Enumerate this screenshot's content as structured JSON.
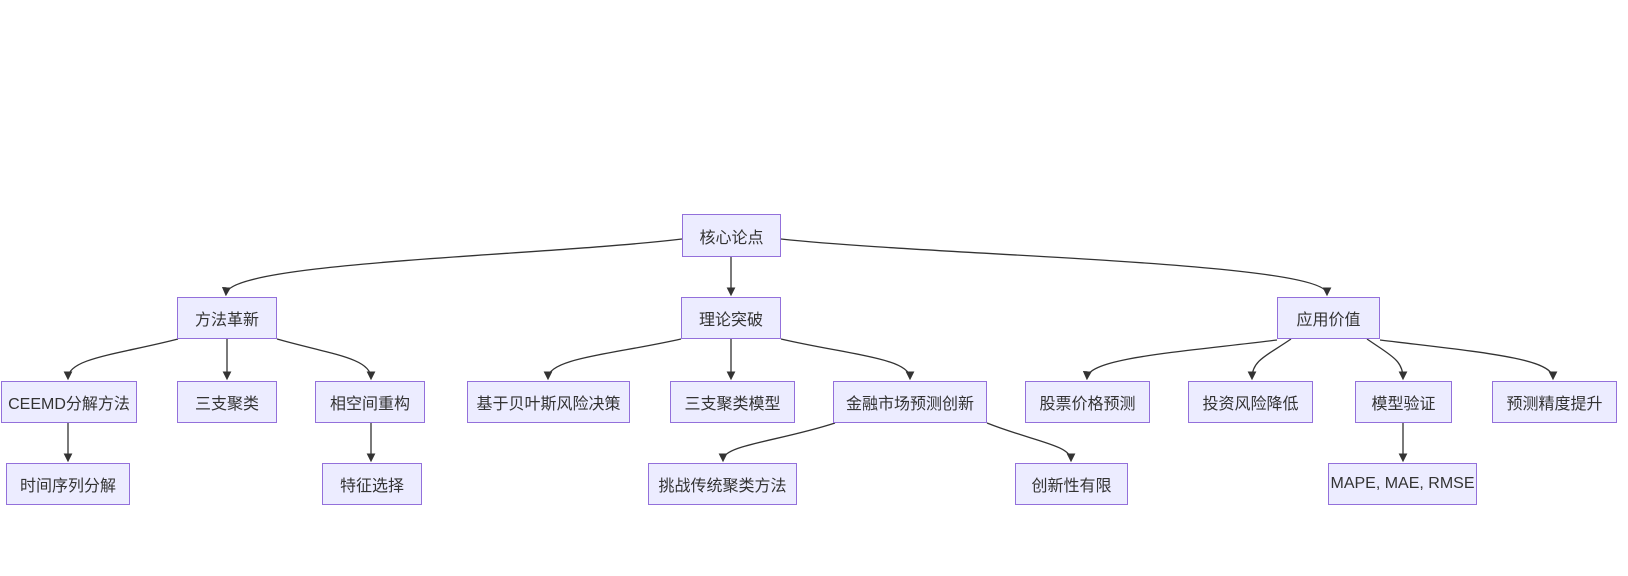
{
  "page": {
    "background": "#ffffff"
  },
  "diagram": {
    "type": "flowchart-tree",
    "direction": "top-down",
    "colors": {
      "node_fill": "#ECECFF",
      "node_border": "#9370DB",
      "edge_line": "#333333",
      "node_text": "#333333"
    },
    "nodes": {
      "core": {
        "label": "核心论点"
      },
      "method": {
        "label": "方法革新"
      },
      "theory": {
        "label": "理论突破"
      },
      "application": {
        "label": "应用价值"
      },
      "ceemd": {
        "label": "CEEMD分解方法"
      },
      "three_way": {
        "label": "三支聚类"
      },
      "phase_space": {
        "label": "相空间重构"
      },
      "bayes": {
        "label": "基于贝叶斯风险决策"
      },
      "twc_model": {
        "label": "三支聚类模型"
      },
      "fin_innovation": {
        "label": "金融市场预测创新"
      },
      "stock": {
        "label": "股票价格预测"
      },
      "invest_risk": {
        "label": "投资风险降低"
      },
      "model_validation": {
        "label": "模型验证"
      },
      "precision": {
        "label": "预测精度提升"
      },
      "ts_decomposition": {
        "label": "时间序列分解"
      },
      "feature_selection": {
        "label": "特征选择"
      },
      "challenge_clustering": {
        "label": "挑战传统聚类方法"
      },
      "limited_innovation": {
        "label": "创新性有限"
      },
      "metrics": {
        "label": "MAPE, MAE, RMSE"
      }
    },
    "edges": [
      {
        "from": "core",
        "to": "method"
      },
      {
        "from": "core",
        "to": "theory"
      },
      {
        "from": "core",
        "to": "application"
      },
      {
        "from": "method",
        "to": "ceemd"
      },
      {
        "from": "method",
        "to": "three_way"
      },
      {
        "from": "method",
        "to": "phase_space"
      },
      {
        "from": "theory",
        "to": "bayes"
      },
      {
        "from": "theory",
        "to": "twc_model"
      },
      {
        "from": "theory",
        "to": "fin_innovation"
      },
      {
        "from": "application",
        "to": "stock"
      },
      {
        "from": "application",
        "to": "invest_risk"
      },
      {
        "from": "application",
        "to": "model_validation"
      },
      {
        "from": "application",
        "to": "precision"
      },
      {
        "from": "ceemd",
        "to": "ts_decomposition"
      },
      {
        "from": "phase_space",
        "to": "feature_selection"
      },
      {
        "from": "fin_innovation",
        "to": "challenge_clustering"
      },
      {
        "from": "fin_innovation",
        "to": "limited_innovation"
      },
      {
        "from": "model_validation",
        "to": "metrics"
      }
    ]
  }
}
